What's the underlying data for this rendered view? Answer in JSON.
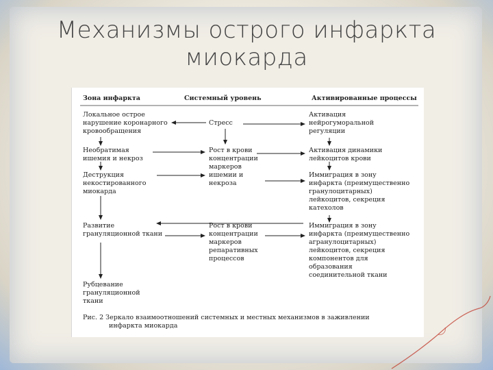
{
  "slide": {
    "title_line1": "Механизмы острого инфаркта",
    "title_line2": "миокарда"
  },
  "diagram": {
    "headers": {
      "zone": "Зона инфаркта",
      "system": "Системный уровень",
      "processes": "Активированные процессы"
    },
    "zone_items": [
      [
        "Локальное острое",
        "нарушение коронарного",
        "кровообращения"
      ],
      [
        "Необратимая",
        "ишемия и некроз"
      ],
      [
        "Деструкция",
        "некостированного",
        "миокарда"
      ],
      [
        "Развитие",
        "грануляционной ткани"
      ],
      [
        "Рубцевание",
        "грануляционной",
        "ткани"
      ]
    ],
    "system_items": [
      [
        "Стресс"
      ],
      [
        "Рост в крови",
        "концентрации",
        "маркеров",
        "ишемии и",
        "некроза"
      ],
      [
        "Рост в крови",
        "концентрации",
        "маркеров",
        "репаративных",
        "процессов"
      ]
    ],
    "process_items": [
      [
        "Активация",
        "нейрогуморальной",
        "регуляции"
      ],
      [
        "Активация динамики",
        "лейкоцитов крови"
      ],
      [
        "Иммиграция в зону",
        "инфаркта (преимущественно",
        "гранулоцитарных)",
        "лейкоцитов, секреция",
        "катехолов"
      ],
      [
        "Иммиграция в зону",
        "инфаркта (преимущественно",
        "агранулоцитарных)",
        "лейкоцитов, секреция",
        "компонентов для",
        "образования",
        "соединительной ткани"
      ]
    ],
    "caption_line1": "Рис. 2 Зеркало взаимоотношений системных и местных механизмов в заживлении",
    "caption_line2": "инфаркта миокарда"
  }
}
